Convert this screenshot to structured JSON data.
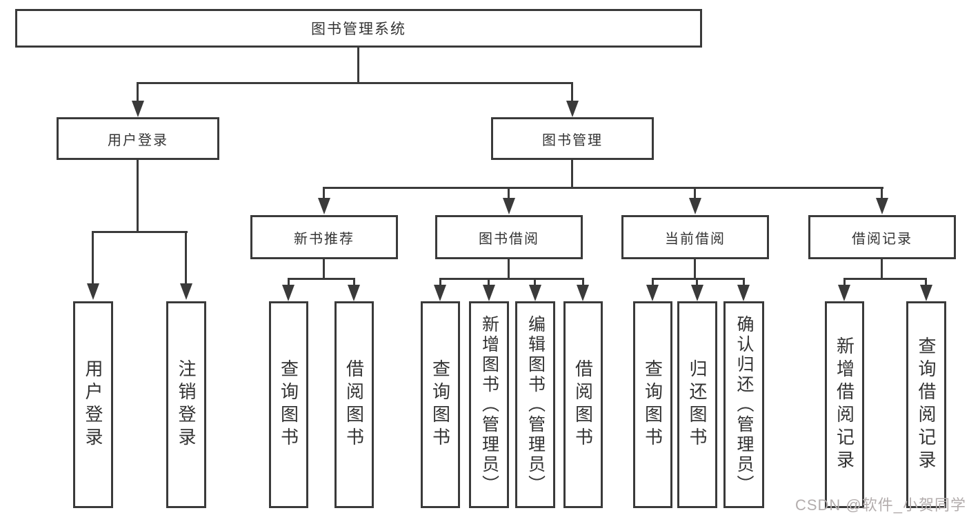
{
  "tree": {
    "label": "图书管理系统",
    "children": [
      {
        "label": "用户登录",
        "children": [
          {
            "label": "用户登录"
          },
          {
            "label": "注销登录"
          }
        ]
      },
      {
        "label": "图书管理",
        "children": [
          {
            "label": "新书推荐",
            "children": [
              {
                "label": "查询图书"
              },
              {
                "label": "借阅图书"
              }
            ]
          },
          {
            "label": "图书借阅",
            "children": [
              {
                "label": "查询图书"
              },
              {
                "label": "新增图书（管理员）"
              },
              {
                "label": "编辑图书（管理员）"
              },
              {
                "label": "借阅图书"
              }
            ]
          },
          {
            "label": "当前借阅",
            "children": [
              {
                "label": "查询图书"
              },
              {
                "label": "归还图书"
              },
              {
                "label": "确认归还（管理员）"
              }
            ]
          },
          {
            "label": "借阅记录",
            "children": [
              {
                "label": "新增借阅记录"
              },
              {
                "label": "查询借阅记录"
              }
            ]
          }
        ]
      }
    ]
  },
  "watermark": {
    "text": "CSDN @软件_小贺同学"
  },
  "colors": {
    "line": "#3a3a3a",
    "box_border": "#3a3a3a",
    "text": "#333333",
    "watermark": "#b3adad",
    "background": "#ffffff"
  }
}
